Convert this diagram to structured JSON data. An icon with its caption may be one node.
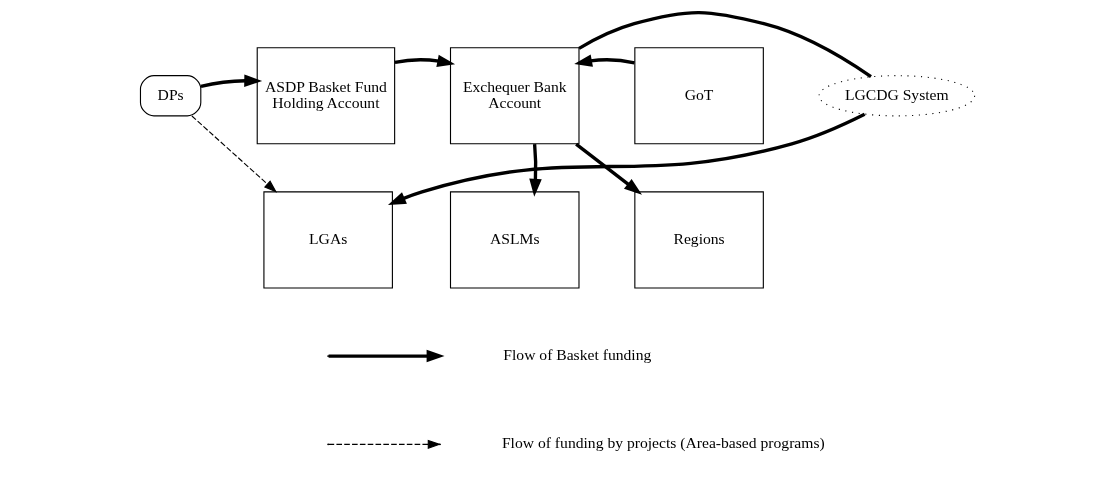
{
  "diagram": {
    "nodes": [
      {
        "text": [
          "DPs"
        ]
      },
      {
        "text": [
          "ASDP Basket Fund Holding Account"
        ]
      },
      {
        "text": [
          "Exchequer Bank Account"
        ]
      },
      {
        "text": [
          "GoT"
        ]
      },
      {
        "text": [
          "LGCDG System"
        ]
      },
      {
        "text": [
          "LGAs"
        ]
      },
      {
        "text": [
          "ASLMs"
        ]
      },
      {
        "text": [
          "Regions"
        ]
      }
    ],
    "edges": [
      {
        "from": 0,
        "to": 1,
        "arrow": "to"
      },
      {
        "from": 1,
        "to": 2,
        "arrow": "to"
      },
      {
        "from": 3,
        "to": 2,
        "arrow": "to"
      },
      {
        "from": 2,
        "to": 4,
        "arrow": "none"
      },
      {
        "from": 4,
        "to": 5,
        "arrow": "to"
      },
      {
        "from": 2,
        "to": 6,
        "arrow": "to"
      },
      {
        "from": 2,
        "to": 7,
        "arrow": "to"
      },
      {
        "from": 0,
        "to": 5,
        "arrow": "to",
        "style": "dashed"
      }
    ],
    "legend": [
      {
        "text": "Flow of Basket funding"
      },
      {
        "text": "Flow of funding by projects (Area-based programs)"
      }
    ]
  }
}
